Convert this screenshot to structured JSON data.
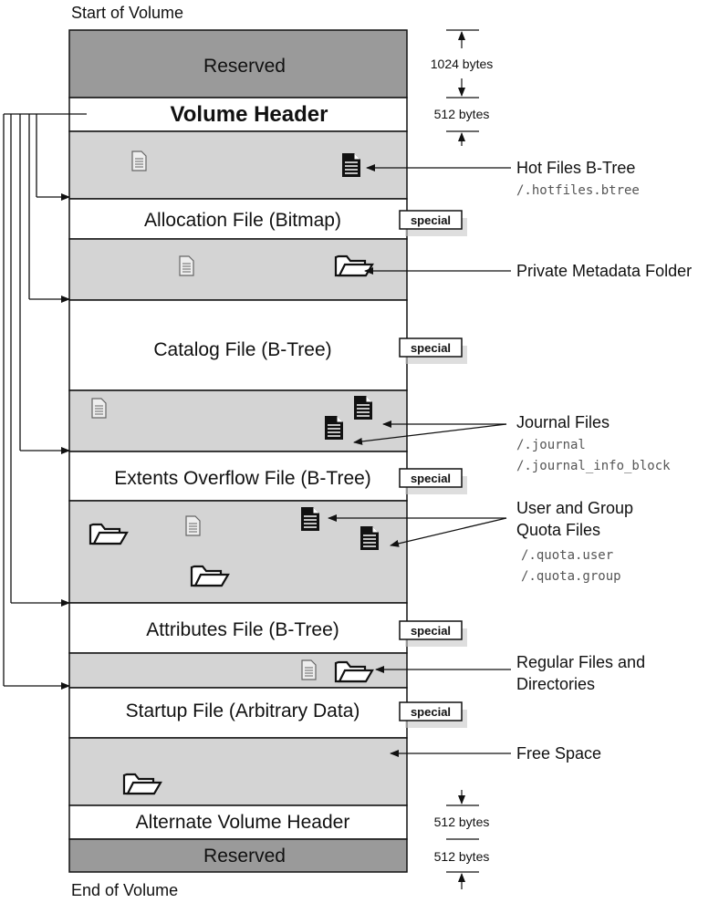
{
  "top_label": "Start of Volume",
  "bottom_label": "End of Volume",
  "regions": {
    "reserved_top": "Reserved",
    "volume_header": "Volume Header",
    "allocation": "Allocation File (Bitmap)",
    "catalog": "Catalog File (B-Tree)",
    "extents": "Extents Overflow File (B-Tree)",
    "attributes": "Attributes File (B-Tree)",
    "startup": "Startup File (Arbitrary Data)",
    "alt_header": "Alternate Volume Header",
    "reserved_bottom": "Reserved"
  },
  "special_badge": "special",
  "sizes": {
    "reserved_top": "1024 bytes",
    "volume_header": "512 bytes",
    "alt_header": "512 bytes",
    "reserved_bottom": "512 bytes"
  },
  "callouts": {
    "hot_files": {
      "title": "Hot Files B-Tree",
      "path": "/.hotfiles.btree"
    },
    "private_metadata": {
      "title": "Private Metadata Folder"
    },
    "journal": {
      "title": "Journal Files",
      "path1": "/.journal",
      "path2": "/.journal_info_block"
    },
    "quota": {
      "title1": "User and Group",
      "title2": "Quota Files",
      "path1": "/.quota.user",
      "path2": "/.quota.group"
    },
    "regular": {
      "title1": "Regular Files and",
      "title2": "Directories"
    },
    "free_space": {
      "title": "Free Space"
    }
  },
  "colors": {
    "reserved": "#9a9a9a",
    "file_area": "#d4d4d4",
    "white": "#ffffff",
    "line": "#111111"
  }
}
